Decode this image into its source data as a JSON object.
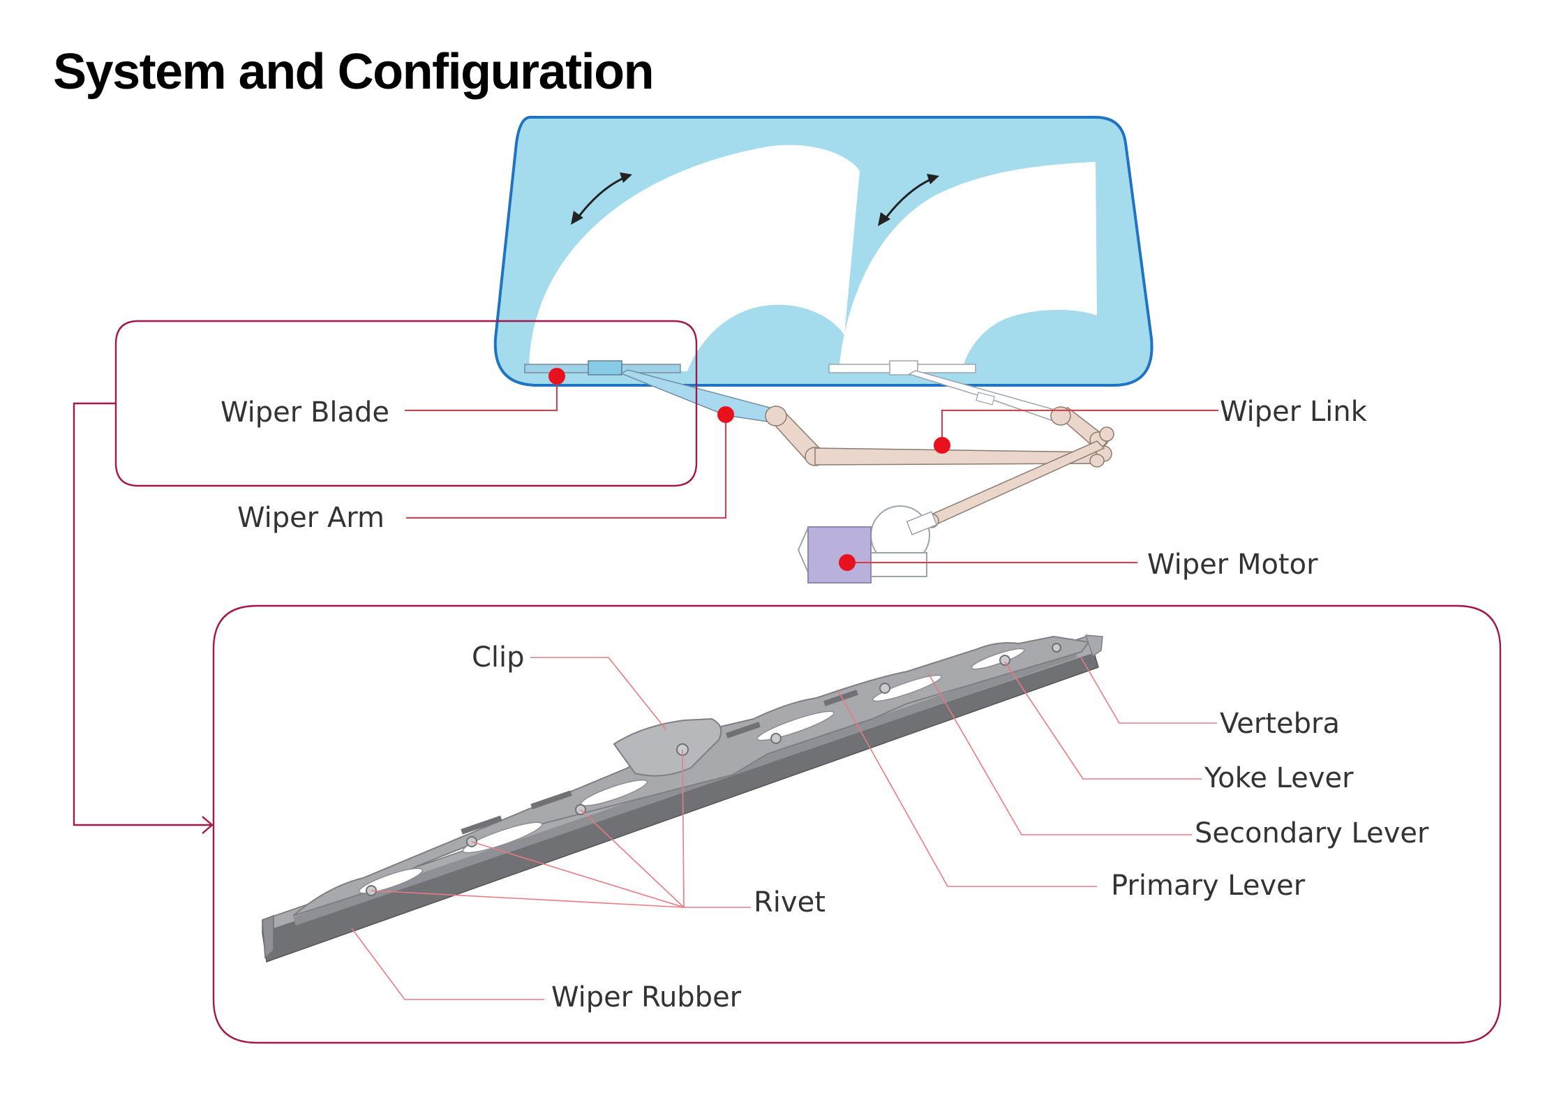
{
  "title": "System and Configuration",
  "labels": {
    "wiper_blade": "Wiper Blade",
    "wiper_arm": "Wiper Arm",
    "wiper_link": "Wiper Link",
    "wiper_motor": "Wiper Motor",
    "clip": "Clip",
    "vertebra": "Vertebra",
    "yoke_lever": "Yoke Lever",
    "secondary_lever": "Secondary Lever",
    "primary_lever": "Primary Lever",
    "rivet": "Rivet",
    "wiper_rubber": "Wiper Rubber"
  },
  "colors": {
    "windshield_fill": "#a4dcee",
    "windshield_border": "#1e73c2",
    "marker": "#e8121e",
    "leader": "#e03a49",
    "frame": "#a3174b",
    "motor": "#b9b1dc",
    "linkage": "#ead6ca",
    "blade_metal": "#a7a9ad"
  }
}
